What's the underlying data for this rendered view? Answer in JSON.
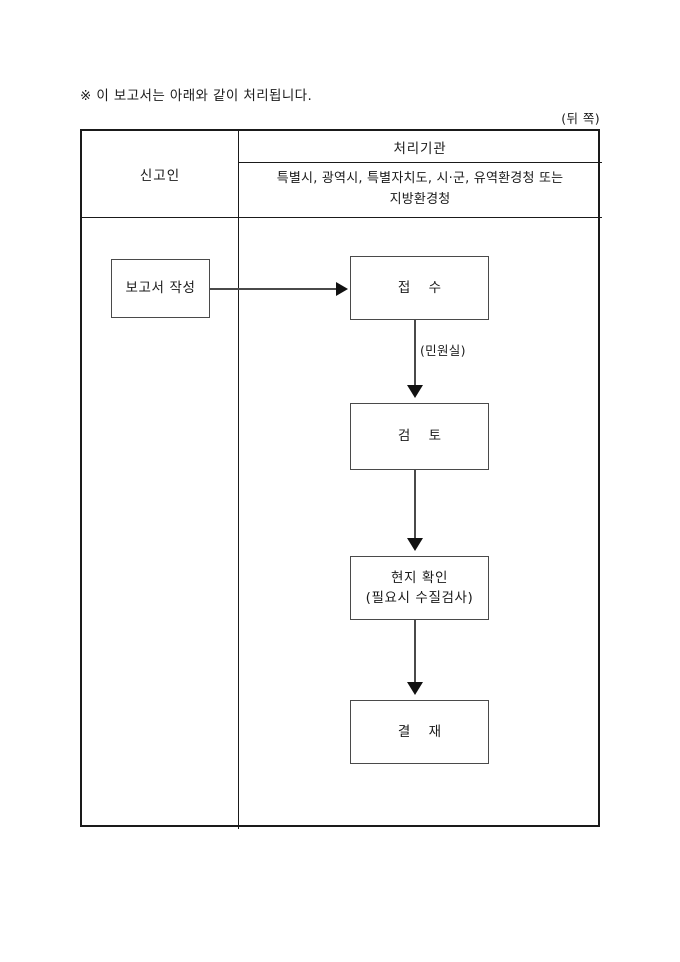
{
  "document": {
    "note": "※ 이 보고서는 아래와 같이 처리됩니다.",
    "page_marker": "(뒤 쪽)"
  },
  "table": {
    "columns": {
      "declarant": "신고인",
      "agency_title": "처리기관",
      "agency_list_line1": "특별시, 광역시, 특별자치도, 시·군, 유역환경청 또는",
      "agency_list_line2": "지방환경청"
    }
  },
  "flowchart": {
    "nodes": [
      {
        "id": "report",
        "label": "보고서 작성",
        "column": "declarant"
      },
      {
        "id": "receipt",
        "label": "접 수",
        "column": "agency"
      },
      {
        "id": "review",
        "label": "검 토",
        "column": "agency"
      },
      {
        "id": "onsite",
        "label_line1": "현지 확인",
        "label_line2": "(필요시 수질검사)",
        "column": "agency"
      },
      {
        "id": "approval",
        "label": "결 재",
        "column": "agency"
      }
    ],
    "edge_labels": {
      "receipt_to_review": "(민원실)"
    }
  }
}
